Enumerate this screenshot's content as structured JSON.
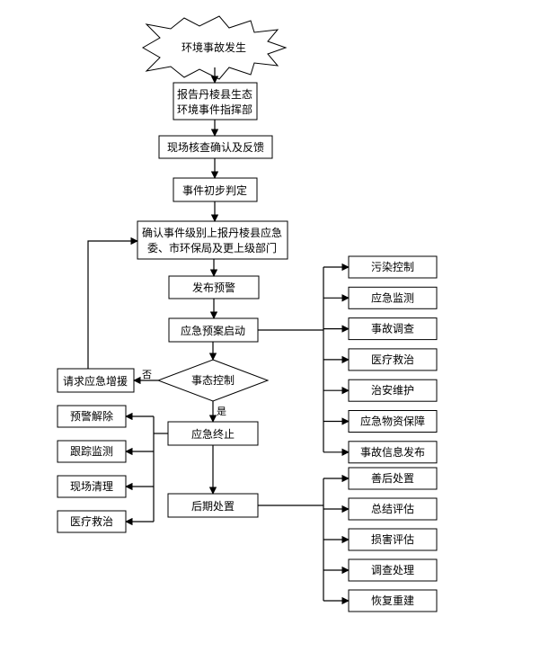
{
  "nodes": {
    "start": "环境事故发生",
    "report_1": "报告丹棱县生态",
    "report_2": "环境事件指挥部",
    "verify": "现场核查确认及反馈",
    "judge": "事件初步判定",
    "confirm_1": "确认事件级别上报丹棱县应急",
    "confirm_2": "委、市环保局及更上级部门",
    "warning": "发布预警",
    "plan_start": "应急预案启动",
    "control": "事态控制",
    "reinforce": "请求应急增援",
    "end": "应急终止",
    "aftermath": "后期处置"
  },
  "labels": {
    "no": "否",
    "yes": "是"
  },
  "response_actions": [
    "污染控制",
    "应急监测",
    "事故调查",
    "医疗救治",
    "治安维护",
    "应急物资保障",
    "事故信息发布"
  ],
  "end_actions": [
    "预警解除",
    "跟踪监测",
    "现场清理",
    "医疗救治"
  ],
  "aftermath_actions": [
    "善后处置",
    "总结评估",
    "损害评估",
    "调查处理",
    "恢复重建"
  ]
}
